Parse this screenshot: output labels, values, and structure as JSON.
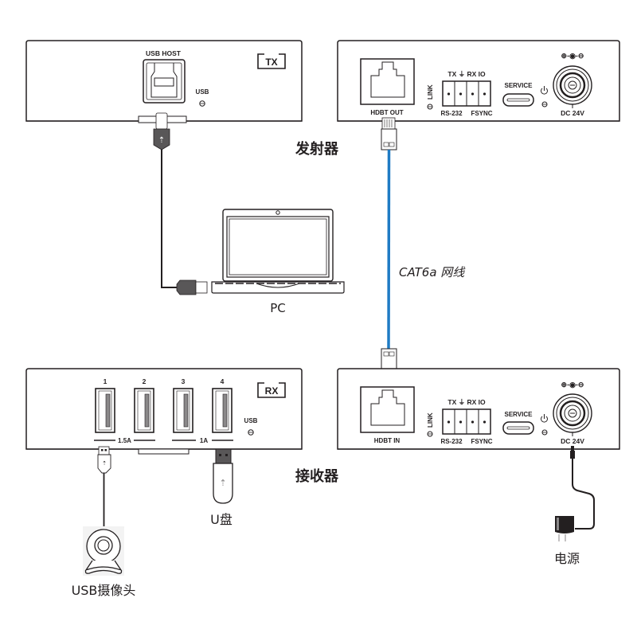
{
  "colors": {
    "line": "#231f20",
    "cable_blue": "#1f7bc4",
    "connector_gray": "#595758",
    "background": "#ffffff"
  },
  "transmitter": {
    "title": "发射器",
    "left_panel": {
      "badge": "TX",
      "usb_host_label": "USB HOST",
      "usb_led_label": "USB"
    },
    "right_panel": {
      "hdbt_label": "HDBT OUT",
      "link_label": "LINK",
      "serial_top_label": "TX ⏚ RX IO",
      "serial_bottom_left": "RS-232",
      "serial_bottom_right": "FSYNC",
      "service_label": "SERVICE",
      "polarity_label": "⊕-◉-⊖",
      "dc_label": "DC 24V",
      "power_icon": "power-icon"
    }
  },
  "receiver": {
    "title": "接收器",
    "left_panel": {
      "badge": "RX",
      "ports": [
        "1",
        "2",
        "3",
        "4"
      ],
      "current_left": "1.5A",
      "current_right": "1A",
      "usb_led_label": "USB"
    },
    "right_panel": {
      "hdbt_label": "HDBT IN",
      "link_label": "LINK",
      "serial_top_label": "TX ⏚ RX IO",
      "serial_bottom_left": "RS-232",
      "serial_bottom_right": "FSYNC",
      "service_label": "SERVICE",
      "polarity_label": "⊕-◉-⊖",
      "dc_label": "DC 24V",
      "power_icon": "power-icon"
    }
  },
  "devices": {
    "pc_label": "PC",
    "cable_label": "CAT6a 网线",
    "usb_drive_label": "U盘",
    "webcam_label": "USB摄像头",
    "power_supply_label": "电源"
  }
}
